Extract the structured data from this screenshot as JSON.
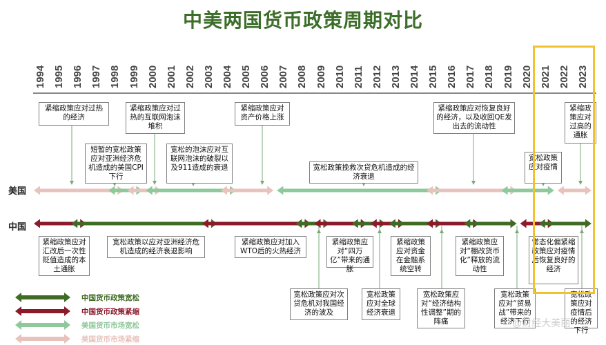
{
  "title": "中美两国货币政策周期对比",
  "years": [
    "1994",
    "1995",
    "1996",
    "1997",
    "1998",
    "1999",
    "2000",
    "2001",
    "2002",
    "2003",
    "2004",
    "2005",
    "2006",
    "2007",
    "2008",
    "2009",
    "2010",
    "2011",
    "2012",
    "2013",
    "2014",
    "2015",
    "2016",
    "2017",
    "2018",
    "2019",
    "2020",
    "2021",
    "2022",
    "2023"
  ],
  "row_labels": {
    "us": "美国",
    "cn": "中国"
  },
  "colors": {
    "cn_easing": "#3f6b24",
    "cn_tightening": "#8b1a2b",
    "us_easing": "#8fc89b",
    "us_tightening": "#e8c3bd",
    "highlight": "#f2c12e",
    "title": "#3c6e2a"
  },
  "us_boxes": [
    "紧缩政策应对过热的经济",
    "紧缩政策应对过热的互联网泡沫堆积",
    "短暂的宽松政策应对亚洲经济危机造成的美国CPI下行",
    "宽松的泡沫应对互联网泡沫的破裂以及911造成的衰退",
    "紧缩政策应对资产价格上涨",
    "宽松政策挽救次贷危机造成的经济衰退",
    "紧缩政策应对恢复良好的经济，以及收回QE发出去的流动性",
    "宽松政策应对疫情",
    "紧缩政策应对过高的通胀"
  ],
  "cn_boxes": [
    "紧缩政策应对汇改后一次性贬值造成的本土通胀",
    "宽松政策以应对亚洲经济危机造成的经济衰退影响",
    "紧缩政策应对加入WTO后的火热经济",
    "宽松政策应对次贷危机对我国经济的波及",
    "紧缩政策应对“四万亿”带来的通胀",
    "宽松政策应对全球经济衰退",
    "紧缩政策应对资金在金融系统空转",
    "宽松政策应对“经济结构性调整”期的阵痛",
    "紧缩政策应对“棚改货币化”释放的流动性",
    "宽松政策应对“贸易战”带来的经济下行",
    "常态化偏紧缩政策应对疫情后恢复良好的经济",
    "宽松政策应对疫情后的经济下行"
  ],
  "legend": [
    {
      "label": "中国货币政策宽松",
      "color_key": "cn_easing"
    },
    {
      "label": "中国货币政策紧缩",
      "color_key": "cn_tightening"
    },
    {
      "label": "美国货币市场宽松",
      "color_key": "us_easing"
    },
    {
      "label": "美国货币市场紧缩",
      "color_key": "us_tightening"
    }
  ],
  "us_segments": [
    {
      "start": "1994",
      "end": "1998",
      "policy": "tightening"
    },
    {
      "start": "1998",
      "end": "1999",
      "policy": "easing"
    },
    {
      "start": "1999",
      "end": "2000",
      "policy": "tightening"
    },
    {
      "start": "2000",
      "end": "2004",
      "policy": "easing"
    },
    {
      "start": "2004",
      "end": "2006",
      "policy": "tightening"
    },
    {
      "start": "2007",
      "end": "2015",
      "policy": "easing"
    },
    {
      "start": "2015",
      "end": "2019",
      "policy": "tightening"
    },
    {
      "start": "2019",
      "end": "2021",
      "policy": "easing"
    },
    {
      "start": "2022",
      "end": "2023",
      "policy": "tightening"
    }
  ],
  "cn_segments": [
    {
      "start": "1994",
      "end": "1996",
      "policy": "tightening"
    },
    {
      "start": "1996",
      "end": "2003",
      "policy": "easing"
    },
    {
      "start": "2003",
      "end": "2008",
      "policy": "tightening"
    },
    {
      "start": "2008",
      "end": "2009",
      "policy": "easing"
    },
    {
      "start": "2009",
      "end": "2011",
      "policy": "tightening"
    },
    {
      "start": "2011",
      "end": "2012",
      "policy": "easing"
    },
    {
      "start": "2012",
      "end": "2013",
      "policy": "tightening"
    },
    {
      "start": "2013",
      "end": "2015",
      "policy": "easing"
    },
    {
      "start": "2015",
      "end": "2017",
      "policy": "tightening"
    },
    {
      "start": "2017",
      "end": "2019",
      "policy": "easing"
    },
    {
      "start": "2020",
      "end": "2021",
      "policy": "tightening"
    },
    {
      "start": "2021",
      "end": "2023",
      "policy": "easing"
    }
  ],
  "watermark": "@财经大美丽"
}
